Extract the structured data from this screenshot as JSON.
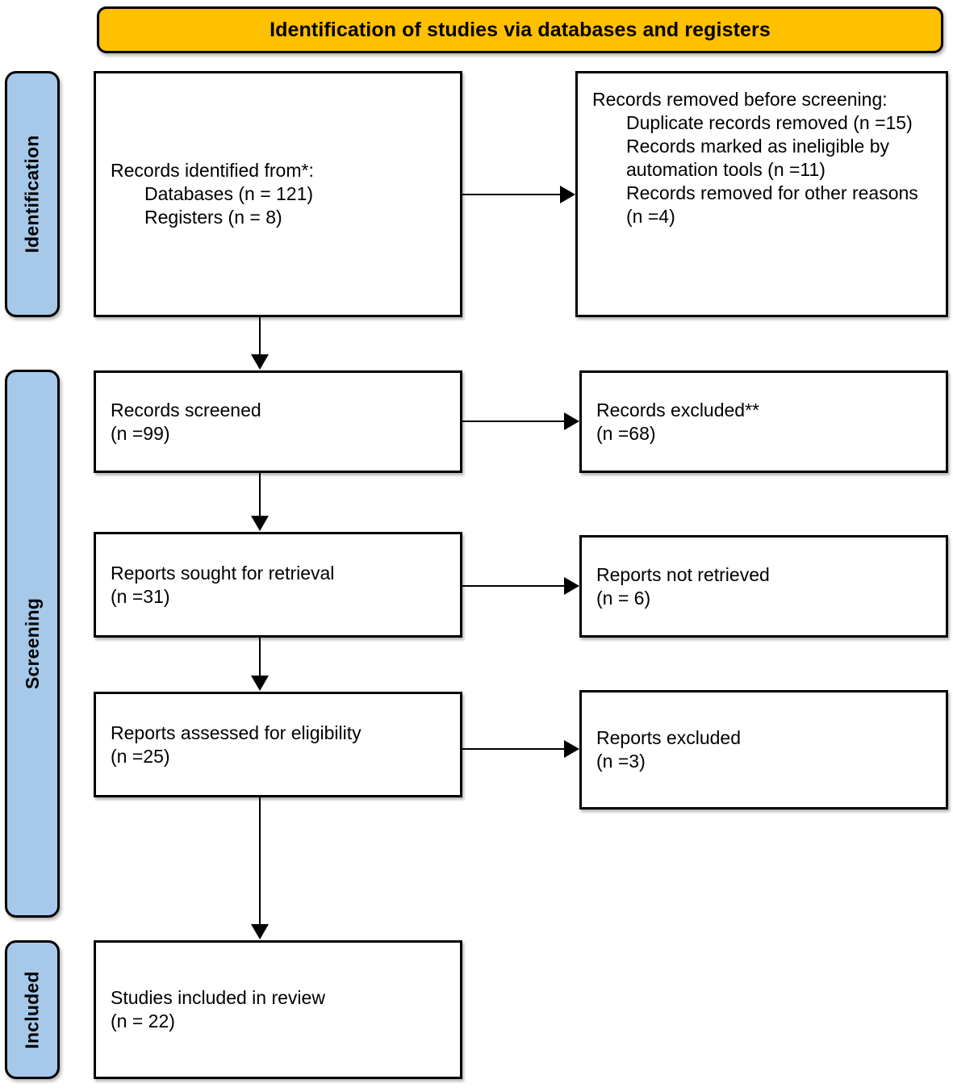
{
  "header": {
    "title": "Identification of studies via databases and registers",
    "background_color": "#FFC000",
    "border_color": "#000000"
  },
  "phases": {
    "identification": "Identification",
    "screening": "Screening",
    "included": "Included",
    "background_color": "#A6C9EA"
  },
  "boxes": {
    "identified": {
      "line1": "Records identified from*:",
      "line2": "Databases (n = 121)",
      "line3": "Registers (n = 8)"
    },
    "removed": {
      "line1": "Records removed before screening:",
      "line2": "Duplicate records removed (n =15)",
      "line3": "Records marked as ineligible by automation tools (n =11)",
      "line4": "Records removed for other reasons (n =4)"
    },
    "screened": {
      "line1": "Records screened",
      "line2": "(n =99)"
    },
    "excluded_records": {
      "line1": "Records excluded**",
      "line2": "(n =68)"
    },
    "sought": {
      "line1": "Reports sought for retrieval",
      "line2": "(n =31)"
    },
    "not_retrieved": {
      "line1": "Reports not retrieved",
      "line2": "(n = 6)"
    },
    "assessed": {
      "line1": "Reports assessed for eligibility",
      "line2": "(n =25)"
    },
    "excluded_reports": {
      "line1": "Reports excluded",
      "line2": "(n =3)"
    },
    "included": {
      "line1": "Studies included in review",
      "line2": "(n = 22)"
    }
  },
  "flow_data": {
    "type": "prisma-flow",
    "counts": {
      "databases": 121,
      "registers": 8,
      "duplicates_removed": 15,
      "ineligible_automation": 11,
      "removed_other": 4,
      "records_screened": 99,
      "records_excluded": 68,
      "reports_sought": 31,
      "reports_not_retrieved": 6,
      "reports_assessed": 25,
      "reports_excluded": 3,
      "studies_included": 22
    }
  }
}
